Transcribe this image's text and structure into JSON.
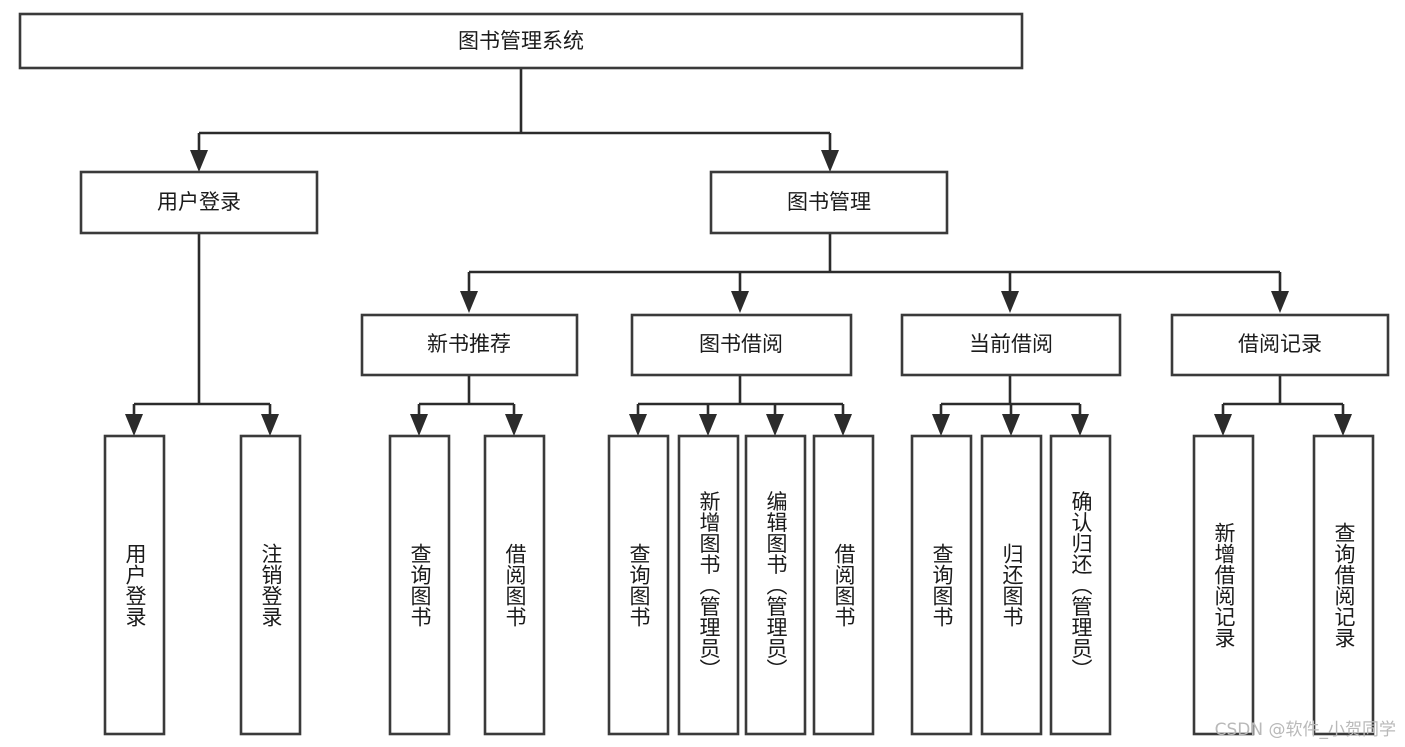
{
  "diagram": {
    "type": "tree-hierarchy-chart",
    "title": "图书管理系统",
    "background_color": "#ffffff",
    "box_stroke_color": "#3a3a3a",
    "connector_color": "#2b2b2b",
    "text_color": "#1b1b1b"
  },
  "root": {
    "label": "图书管理系统"
  },
  "level2": [
    {
      "label": "用户登录"
    },
    {
      "label": "图书管理"
    }
  ],
  "level3": [
    {
      "label": "新书推荐"
    },
    {
      "label": "图书借阅"
    },
    {
      "label": "当前借阅"
    },
    {
      "label": "借阅记录"
    }
  ],
  "leaves": {
    "user_login": [
      {
        "label": "用户登录"
      },
      {
        "label": "注销登录"
      }
    ],
    "new_book_recommend": [
      {
        "label": "查询图书"
      },
      {
        "label": "借阅图书"
      }
    ],
    "book_borrow": [
      {
        "label": "查询图书"
      },
      {
        "label": "新增图书（管理员）"
      },
      {
        "label": "编辑图书（管理员）"
      },
      {
        "label": "借阅图书"
      }
    ],
    "current_borrow": [
      {
        "label": "查询图书"
      },
      {
        "label": "归还图书"
      },
      {
        "label": "确认归还（管理员）"
      }
    ],
    "borrow_record": [
      {
        "label": "新增借阅记录"
      },
      {
        "label": "查询借阅记录"
      }
    ]
  },
  "watermark": {
    "text": "CSDN @软件_小贺同学"
  }
}
